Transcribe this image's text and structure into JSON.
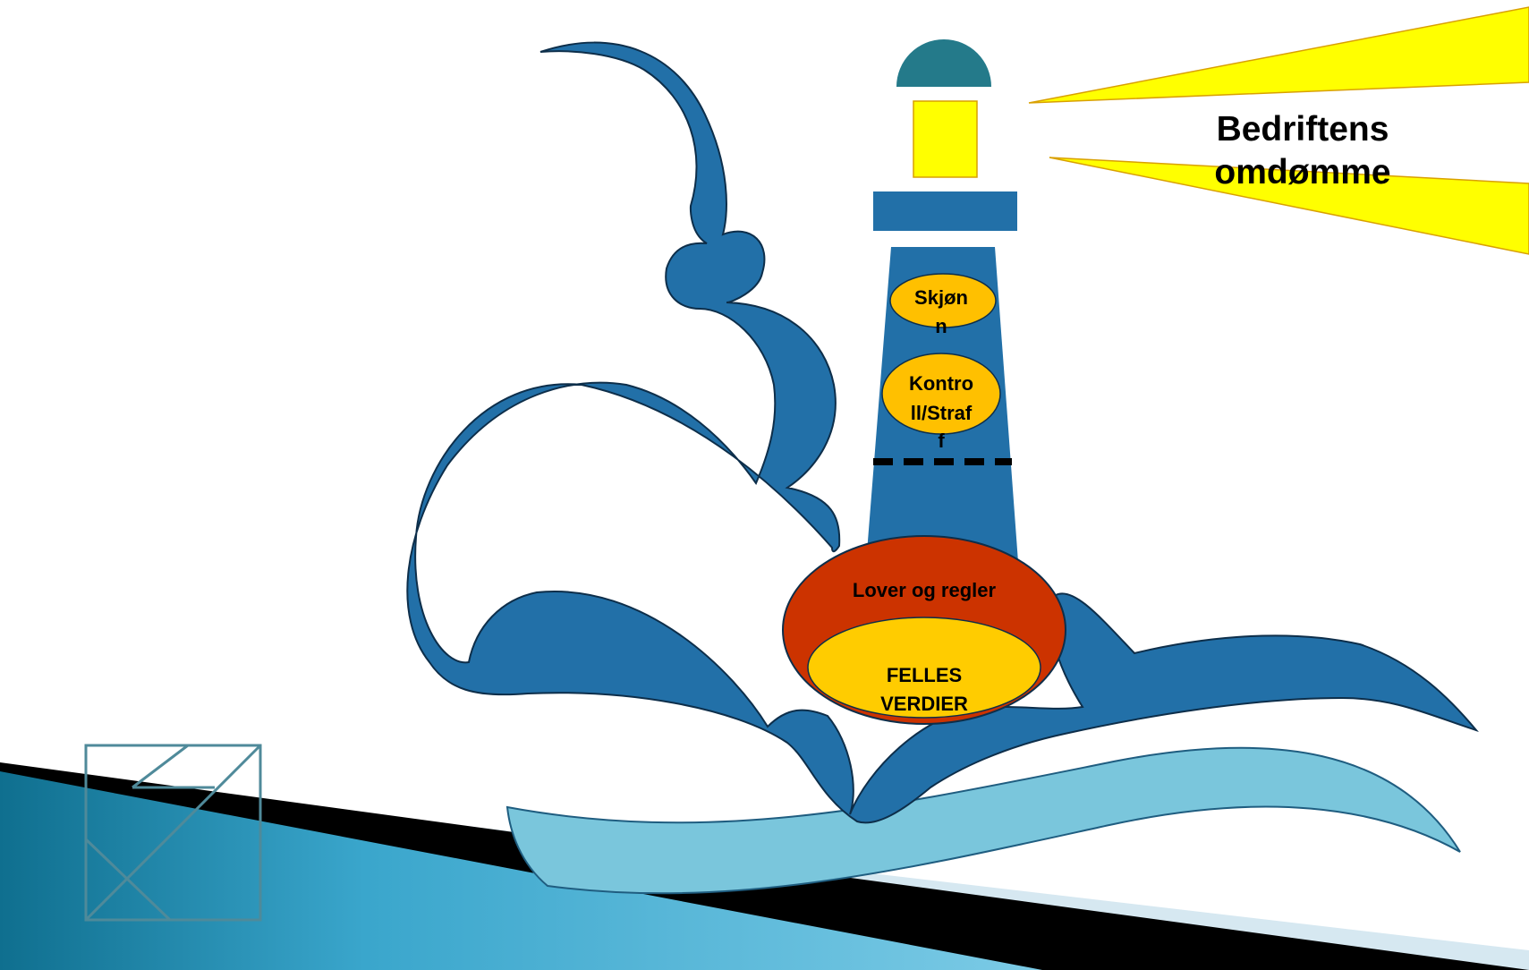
{
  "diagram": {
    "beam_label_lines": [
      "Bedriftens",
      "omdømme"
    ],
    "tower_labels": [
      {
        "id": "skjonn",
        "lines": [
          "Skjøn",
          "n"
        ]
      },
      {
        "id": "kontroll-straff",
        "lines": [
          "Kontro",
          "ll/Straf",
          "f"
        ]
      }
    ],
    "outer_base_label": "Lover og regler",
    "inner_base_label_lines": [
      "FELLES",
      "VERDIER"
    ]
  },
  "colors": {
    "wave_dark": "#2270a8",
    "wave_light": "#7ac6dc",
    "lamp_dome": "#247a8a",
    "lamp_yellow": "#ffff00",
    "beam_yellow": "#ffff00",
    "label_orange": "#ffc000",
    "base_red": "#cc3300",
    "base_yellow": "#ffcc00"
  },
  "icons": {
    "logo": "tangram-square-logo"
  }
}
